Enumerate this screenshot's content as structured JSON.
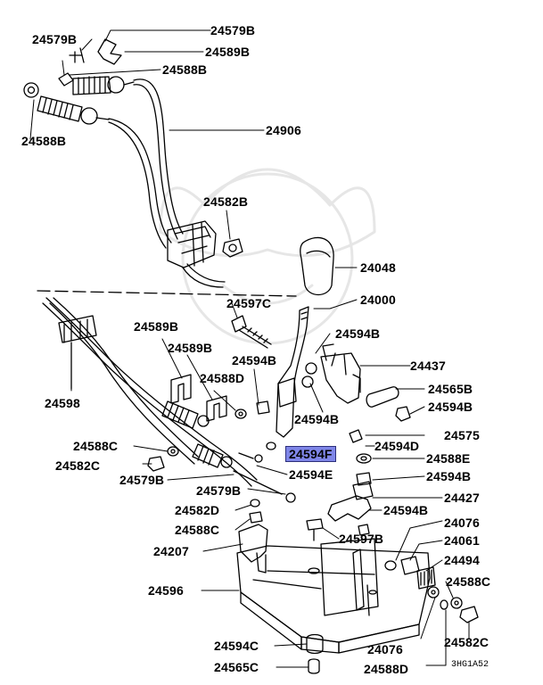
{
  "diagram": {
    "parts": [
      {
        "id": "p1",
        "label": "24579B"
      },
      {
        "id": "p2",
        "label": "24579B"
      },
      {
        "id": "p3",
        "label": "24589B"
      },
      {
        "id": "p4",
        "label": "24588B"
      },
      {
        "id": "p5",
        "label": "24588B"
      },
      {
        "id": "p6",
        "label": "24906"
      },
      {
        "id": "p7",
        "label": "24582B"
      },
      {
        "id": "p8",
        "label": "24048"
      },
      {
        "id": "p9",
        "label": "24597C"
      },
      {
        "id": "p10",
        "label": "24000"
      },
      {
        "id": "p11",
        "label": "24589B"
      },
      {
        "id": "p12",
        "label": "24594B"
      },
      {
        "id": "p13",
        "label": "24589B"
      },
      {
        "id": "p14",
        "label": "24594B"
      },
      {
        "id": "p15",
        "label": "24437"
      },
      {
        "id": "p16",
        "label": "24588D"
      },
      {
        "id": "p17",
        "label": "24565B"
      },
      {
        "id": "p18",
        "label": "24598"
      },
      {
        "id": "p19",
        "label": "24594B"
      },
      {
        "id": "p20",
        "label": "24594B"
      },
      {
        "id": "p21",
        "label": "24575"
      },
      {
        "id": "p22",
        "label": "24588C"
      },
      {
        "id": "p23",
        "label": "24594F",
        "highlighted": true
      },
      {
        "id": "p24",
        "label": "24594D"
      },
      {
        "id": "p25",
        "label": "24582C"
      },
      {
        "id": "p26",
        "label": "24588E"
      },
      {
        "id": "p27",
        "label": "24594E"
      },
      {
        "id": "p28",
        "label": "24579B"
      },
      {
        "id": "p29",
        "label": "24594B"
      },
      {
        "id": "p30",
        "label": "24579B"
      },
      {
        "id": "p31",
        "label": "24427"
      },
      {
        "id": "p32",
        "label": "24582D"
      },
      {
        "id": "p33",
        "label": "24594B"
      },
      {
        "id": "p34",
        "label": "24588C"
      },
      {
        "id": "p35",
        "label": "24076"
      },
      {
        "id": "p36",
        "label": "24597B"
      },
      {
        "id": "p37",
        "label": "24061"
      },
      {
        "id": "p38",
        "label": "24207"
      },
      {
        "id": "p39",
        "label": "24494"
      },
      {
        "id": "p40",
        "label": "24588C"
      },
      {
        "id": "p41",
        "label": "24596"
      },
      {
        "id": "p42",
        "label": "24594C"
      },
      {
        "id": "p43",
        "label": "24076"
      },
      {
        "id": "p44",
        "label": "24582C"
      },
      {
        "id": "p45",
        "label": "24565C"
      },
      {
        "id": "p46",
        "label": "24588D"
      }
    ],
    "highlight_color": "#7f86e8",
    "drawing_code": "3HG1A52"
  }
}
